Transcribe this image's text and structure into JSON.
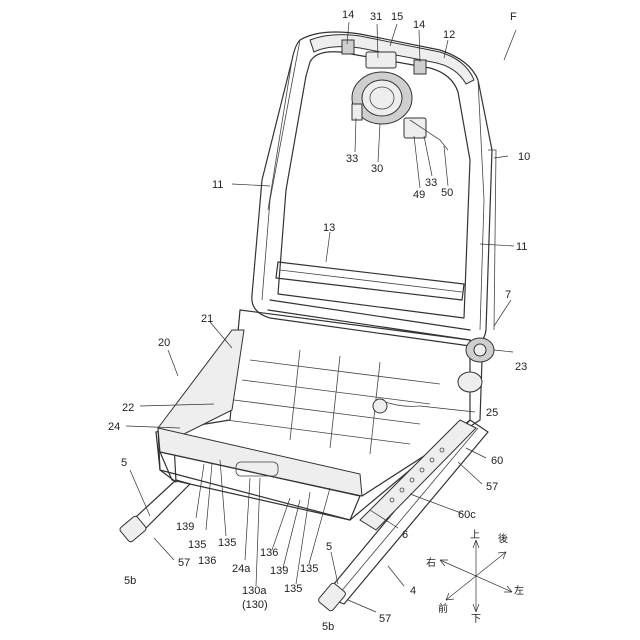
{
  "figure_label": "F",
  "reference_numerals": {
    "n14a": "14",
    "n31": "31",
    "n15": "15",
    "n14b": "14",
    "n12": "12",
    "n33a": "33",
    "n30": "30",
    "n33b": "33",
    "n49": "49",
    "n50": "50",
    "n10": "10",
    "n11a": "11",
    "n11b": "11",
    "n13": "13",
    "n7": "7",
    "n21": "21",
    "n20": "20",
    "n23": "23",
    "n22": "22",
    "n25": "25",
    "n24": "24",
    "n5a": "5",
    "n60": "60",
    "n57a": "57",
    "n60c": "60c",
    "n139a": "139",
    "n135a": "135",
    "n136a": "136",
    "n135b": "135",
    "n57b": "57",
    "n5b_a": "5b",
    "n24a": "24a",
    "n130a": "130a",
    "n130": "(130)",
    "n136b": "136",
    "n139b": "139",
    "n135c": "135",
    "n135d": "135",
    "n6": "6",
    "n5b": "5",
    "n4": "4",
    "n5b_b": "5b",
    "n57c": "57"
  },
  "direction_legend": {
    "up": "上",
    "rear": "後",
    "right": "右",
    "left": "左",
    "front": "前",
    "down": "下"
  }
}
